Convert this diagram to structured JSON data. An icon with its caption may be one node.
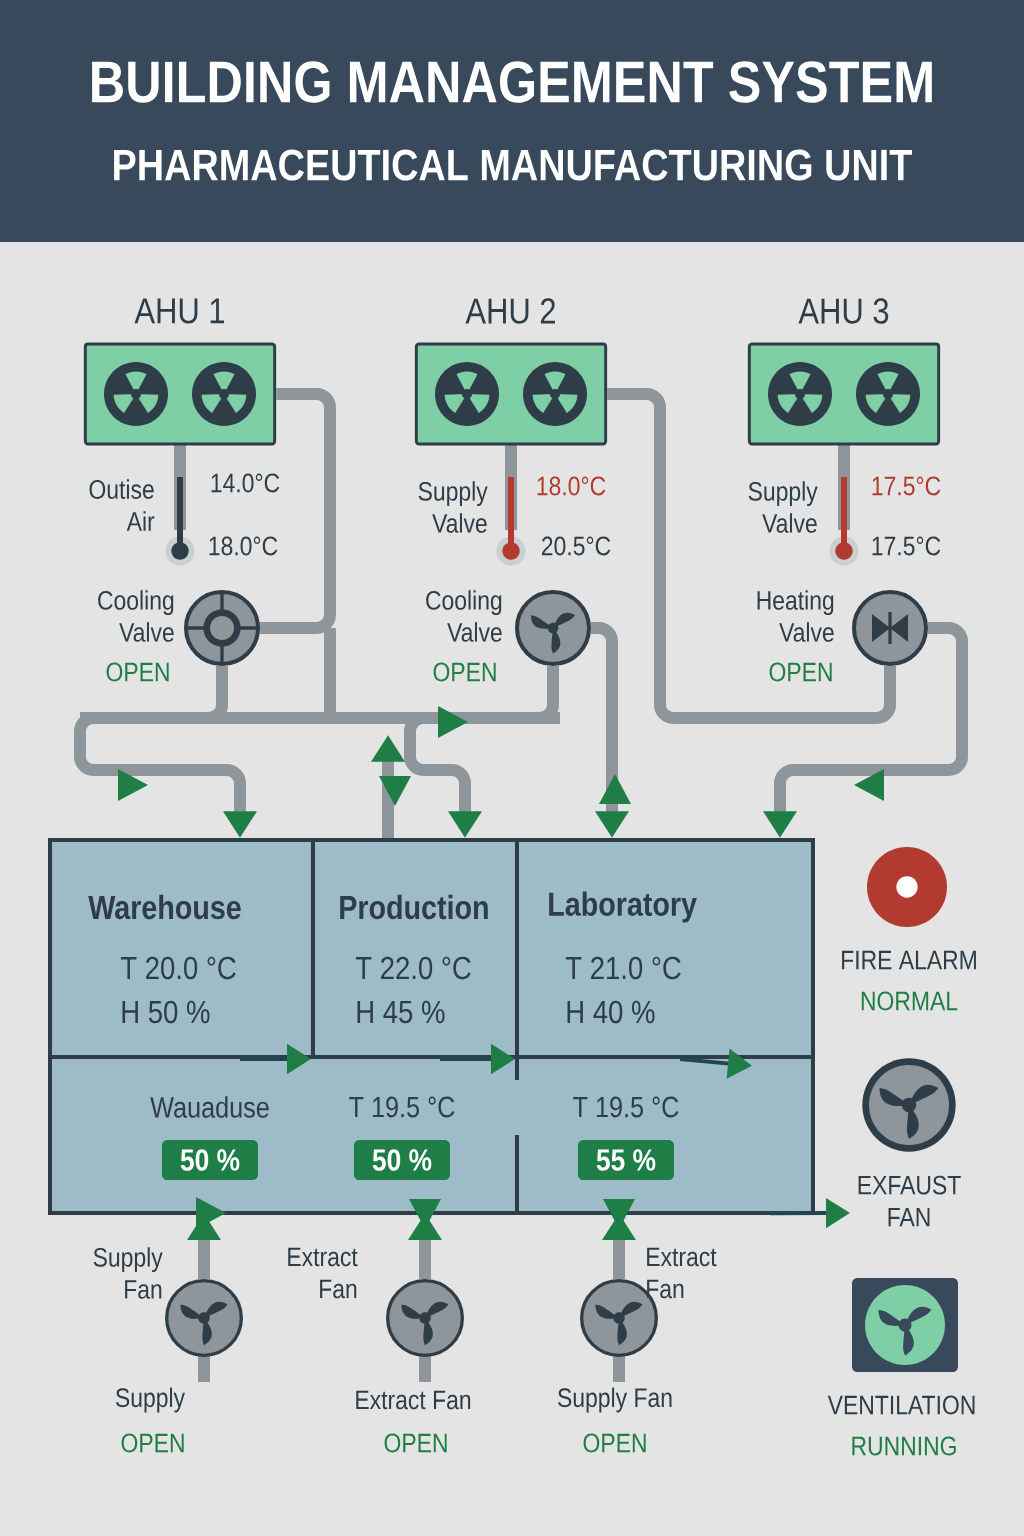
{
  "diagram": {
    "title": "BUILDING MANAGEMENT SYSTEM",
    "nodes": [
      {
        "text": [
          "AHU 1"
        ]
      },
      {
        "text": [
          "AHU 2"
        ]
      },
      {
        "text": [
          "AHU 3"
        ]
      },
      {
        "text": [
          "Warehouse",
          "T 20.0 °C",
          "H 50 %"
        ]
      },
      {
        "text": [
          "Production",
          "T 22.0 °C",
          "H 45 %"
        ]
      },
      {
        "text": [
          "Laboratory",
          "T 21.0 °C",
          "H 40 %"
        ]
      },
      {
        "text": [
          "Wauaduse",
          "50 %"
        ]
      },
      {
        "text": [
          "T 19.5 °C",
          "50 %"
        ]
      },
      {
        "text": [
          "T 19.5 °C",
          "55 %"
        ]
      },
      {
        "text": [],
        "shape": "circle",
        "beside": [
          "Cooling Valve",
          "OPEN"
        ]
      },
      {
        "text": [],
        "shape": "circle",
        "beside": [
          "Cooling Valve",
          "OPEN"
        ]
      },
      {
        "text": [],
        "shape": "circle",
        "beside": [
          "Heating Valve",
          "OPEN"
        ]
      },
      {
        "text": [],
        "shape": "circle",
        "beside": [
          "Supply Fan",
          "Supply",
          "OPEN"
        ]
      },
      {
        "text": [],
        "shape": "circle",
        "beside": [
          "Extract Fan",
          "Extract Fan",
          "OPEN"
        ]
      },
      {
        "text": [],
        "shape": "circle",
        "beside": [
          "Extract Fan",
          "Supply Fan",
          "OPEN"
        ]
      }
    ],
    "edges": [
      {
        "from": 0,
        "to": 9,
        "arrow": "none"
      },
      {
        "from": 9,
        "to": 3,
        "arrow": "to"
      },
      {
        "from": 10,
        "to": 5,
        "arrow": "to"
      },
      {
        "from": 1,
        "to": 11,
        "arrow": "none"
      },
      {
        "from": 11,
        "to": 5,
        "arrow": "to"
      },
      {
        "from": 10,
        "to": 4,
        "arrow": "to"
      },
      {
        "from": 4,
        "to": null,
        "arrow": "to"
      },
      {
        "from": 12,
        "to": 6,
        "arrow": "to"
      },
      {
        "from": 13,
        "to": 7,
        "arrow": "to"
      },
      {
        "from": 14,
        "to": 8,
        "arrow": "to"
      },
      {
        "from": 3,
        "to": 4,
        "arrow": "to",
        "color": "#2e3d48"
      },
      {
        "from": 4,
        "to": 5,
        "arrow": "to",
        "color": "#2e3d48"
      },
      {
        "from": 5,
        "to": 8,
        "arrow": "to",
        "color": "#2e3d48"
      },
      {
        "from": 8,
        "to": null,
        "arrow": "to",
        "color": "#2e3d48"
      }
    ],
    "labels": [
      "PHARMACEUTICAL MANUFACTURING UNIT",
      "Outise Air",
      "14.0°C",
      "18.0°C",
      "Supply Valve",
      "18.0°C",
      "20.5°C",
      "Supply Valve",
      "17.5°C",
      "17.5°C",
      "FIRE ALARM",
      "NORMAL",
      "EXFAUST FAN",
      "VENTILATION",
      "RUNNING"
    ]
  }
}
